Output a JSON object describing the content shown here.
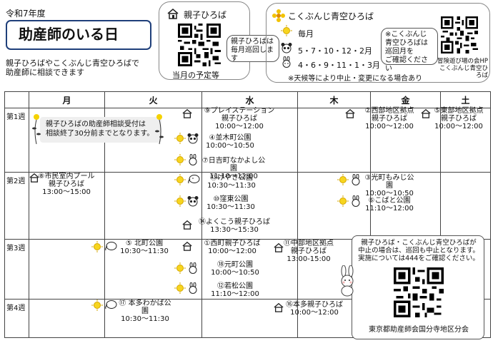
{
  "header": {
    "year": "令和7年度",
    "title": "助産師のいる日",
    "intro_line1": "親子ひろばやこくぶんじ青空ひろばで",
    "intro_line2": "助産師に相談できます"
  },
  "oyako_box": {
    "title": "親子ひろば",
    "bubble_line1": "親子ひろばは",
    "bubble_line2": "毎月巡回します",
    "caption": "当月の予定等"
  },
  "aozora_box": {
    "title": "こくぶんじ青空ひろば",
    "row1_label": "毎月",
    "row2_label": "5・7・10・12・2月",
    "row3_label": "4・6・9・11・1・3月",
    "bubble_line1": "※こくぶんじ",
    "bubble_line2": "青空ひろばは",
    "bubble_line3": "巡回月を",
    "bubble_line4": "ご確認ください",
    "notice": "※天候等により中止・変更になる場合あり",
    "qr_caption1": "冒険遊び場の会HP",
    "qr_caption2": "こくぶんじ青空ひろば"
  },
  "calendar": {
    "days": [
      "月",
      "火",
      "水",
      "木",
      "金",
      "土"
    ],
    "weeks": [
      "第1週",
      "第2週",
      "第3週",
      "第4週"
    ],
    "callout_line1": "親子ひろばの助産師相談受付は",
    "callout_line2": "相談終了30分前までとなります。",
    "events": {
      "w1_wed_a_1": "⑨プレイステーション",
      "w1_wed_a_2": "親子ひろば",
      "w1_wed_a_3": "10:00～12:00",
      "w1_wed_b_1": "④並木町公園",
      "w1_wed_b_2": "10:00～10:50",
      "w1_wed_c_1": "⑦日吉町なかよし公園",
      "w1_wed_c_2": "11:10～12:00",
      "w1_fri_1": "②西部地区拠点",
      "w1_fri_2": "親子ひろば",
      "w1_fri_3": "10:00～12:00",
      "w1_sat_1": "⑤東部地区拠点",
      "w1_sat_2": "親子ひろば",
      "w1_sat_3": "10:00～12:00",
      "w2_mon_1": "⑧市民室内プール",
      "w2_mon_2": "親子ひろば",
      "w2_mon_3": "13:00～15:00",
      "w2_wed_a_1": "⑬けやき公園",
      "w2_wed_a_2": "10:30～11:30",
      "w2_wed_b_1": "⑩窪東公園",
      "w2_wed_b_2": "10:30～11:30",
      "w2_wed_c_1": "⑭よくこう親子ひろば",
      "w2_wed_c_2": "13:30～15:30",
      "w2_fri_a_1": "③光町もみじ公園",
      "w2_fri_a_2": "10:00～10:50",
      "w2_fri_b_1": "⑥こばと公園",
      "w2_fri_b_2": "11:10～12:00",
      "w3_tue_1": "⑤ 北町公園",
      "w3_tue_2": "10:30～11:30",
      "w3_wed_a_1": "①西町親子ひろば",
      "w3_wed_a_2": "10:00～12:00",
      "w3_wed_b_1": "⑱元町公園",
      "w3_wed_b_2": "10:00～10:50",
      "w3_wed_c_1": "⑫若松公園",
      "w3_wed_c_2": "11:10～12:00",
      "w3_thu_1": "⑪中部地区拠点",
      "w3_thu_2": "親子ひろば",
      "w3_thu_3": "13:00-15:00",
      "w4_tue_1": "⑰ 本多わかば公園",
      "w4_tue_2": "10:30～11:30",
      "w4_thu_1": "⑯本多親子ひろば",
      "w4_thu_2": "10:00～12:00"
    },
    "notice_line1": "親子ひろば・こくぶんじ青空ひろばが",
    "notice_line2": "中止の場合は、巡回も中止となります。",
    "notice_line3": "実施については444をご確認ください。",
    "footer": "東京都助産師会国分寺地区分会"
  },
  "icons": [
    "house-icon",
    "sun-icon",
    "panda-icon",
    "rabbit-icon",
    "elephant-icon",
    "qr-code",
    "flower-icon"
  ]
}
